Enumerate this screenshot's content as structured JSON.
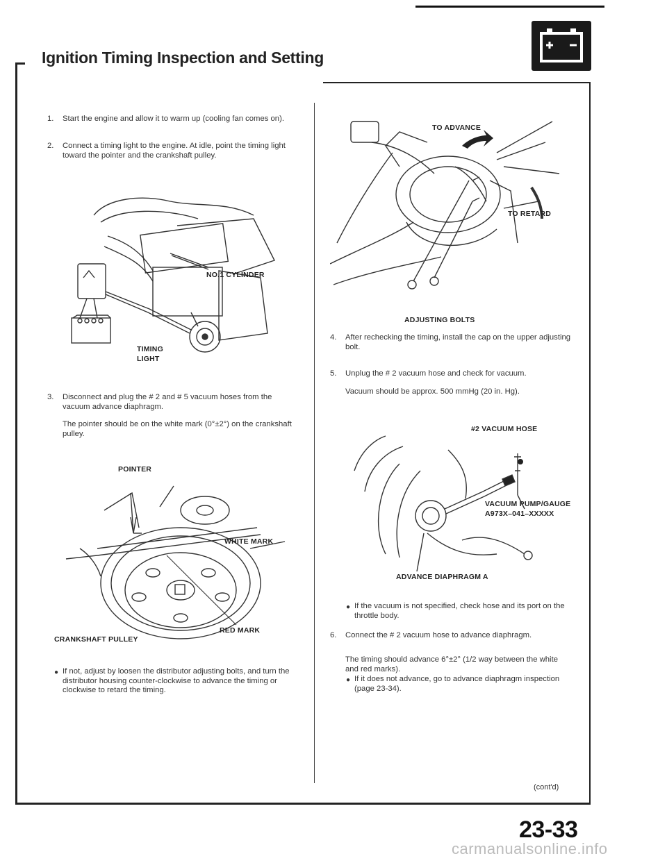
{
  "header": {
    "title": "Ignition Timing Inspection and Setting"
  },
  "steps_left": [
    {
      "num": "1.",
      "text": "Start the engine and allow it to warm up (cooling fan comes on)."
    },
    {
      "num": "2.",
      "text": "Connect a timing light to the engine. At idle, point the timing light toward the pointer and the crankshaft pulley."
    },
    {
      "num": "3.",
      "text": "Disconnect and plug the # 2 and # 5 vacuum hoses from the vacuum advance diaphragm."
    }
  ],
  "left_note": "The pointer should be on the white mark (0°±2°) on the crankshaft pulley.",
  "left_bullet": "If not, adjust by loosen the distributor adjusting bolts, and turn the distributor housing counter-clockwise to advance the timing or clockwise to retard the timing.",
  "fig1": {
    "cylinder": "NO.1 CYLINDER",
    "timing": "TIMING",
    "light": "LIGHT"
  },
  "fig2": {
    "pointer": "POINTER",
    "white_mark": "WHITE MARK",
    "red_mark": "RED MARK",
    "pulley": "CRANKSHAFT PULLEY"
  },
  "fig3": {
    "advance": "TO ADVANCE",
    "retard": "TO RETARD",
    "bolts": "ADJUSTING BOLTS"
  },
  "steps_right": [
    {
      "num": "4.",
      "text": "After rechecking the timing, install the cap on the upper adjusting bolt."
    },
    {
      "num": "5.",
      "text": "Unplug the # 2 vacuum hose and check for vacuum."
    }
  ],
  "right_note": "Vacuum should be approx. 500 mmHg (20 in. Hg).",
  "fig4": {
    "hose": "#2 VACUUM HOSE",
    "pump": "VACUUM PUMP/GAUGE",
    "part": "A973X–041–XXXXX",
    "diaphragm": "ADVANCE DIAPHRAGM A"
  },
  "right_bullet1": "If the vacuum is not specified, check hose and its port on the throttle body.",
  "step6": {
    "num": "6.",
    "text": "Connect the # 2 vacuum hose to advance diaphragm."
  },
  "right_note2": "The timing should advance 6°±2° (1/2 way between the white and red marks).",
  "right_bullet2": "If it does not advance, go to advance diaphragm inspection (page 23-34).",
  "footer": {
    "contd": "(cont'd)",
    "page": "23-33",
    "watermark": "carmanualsonline.info"
  }
}
